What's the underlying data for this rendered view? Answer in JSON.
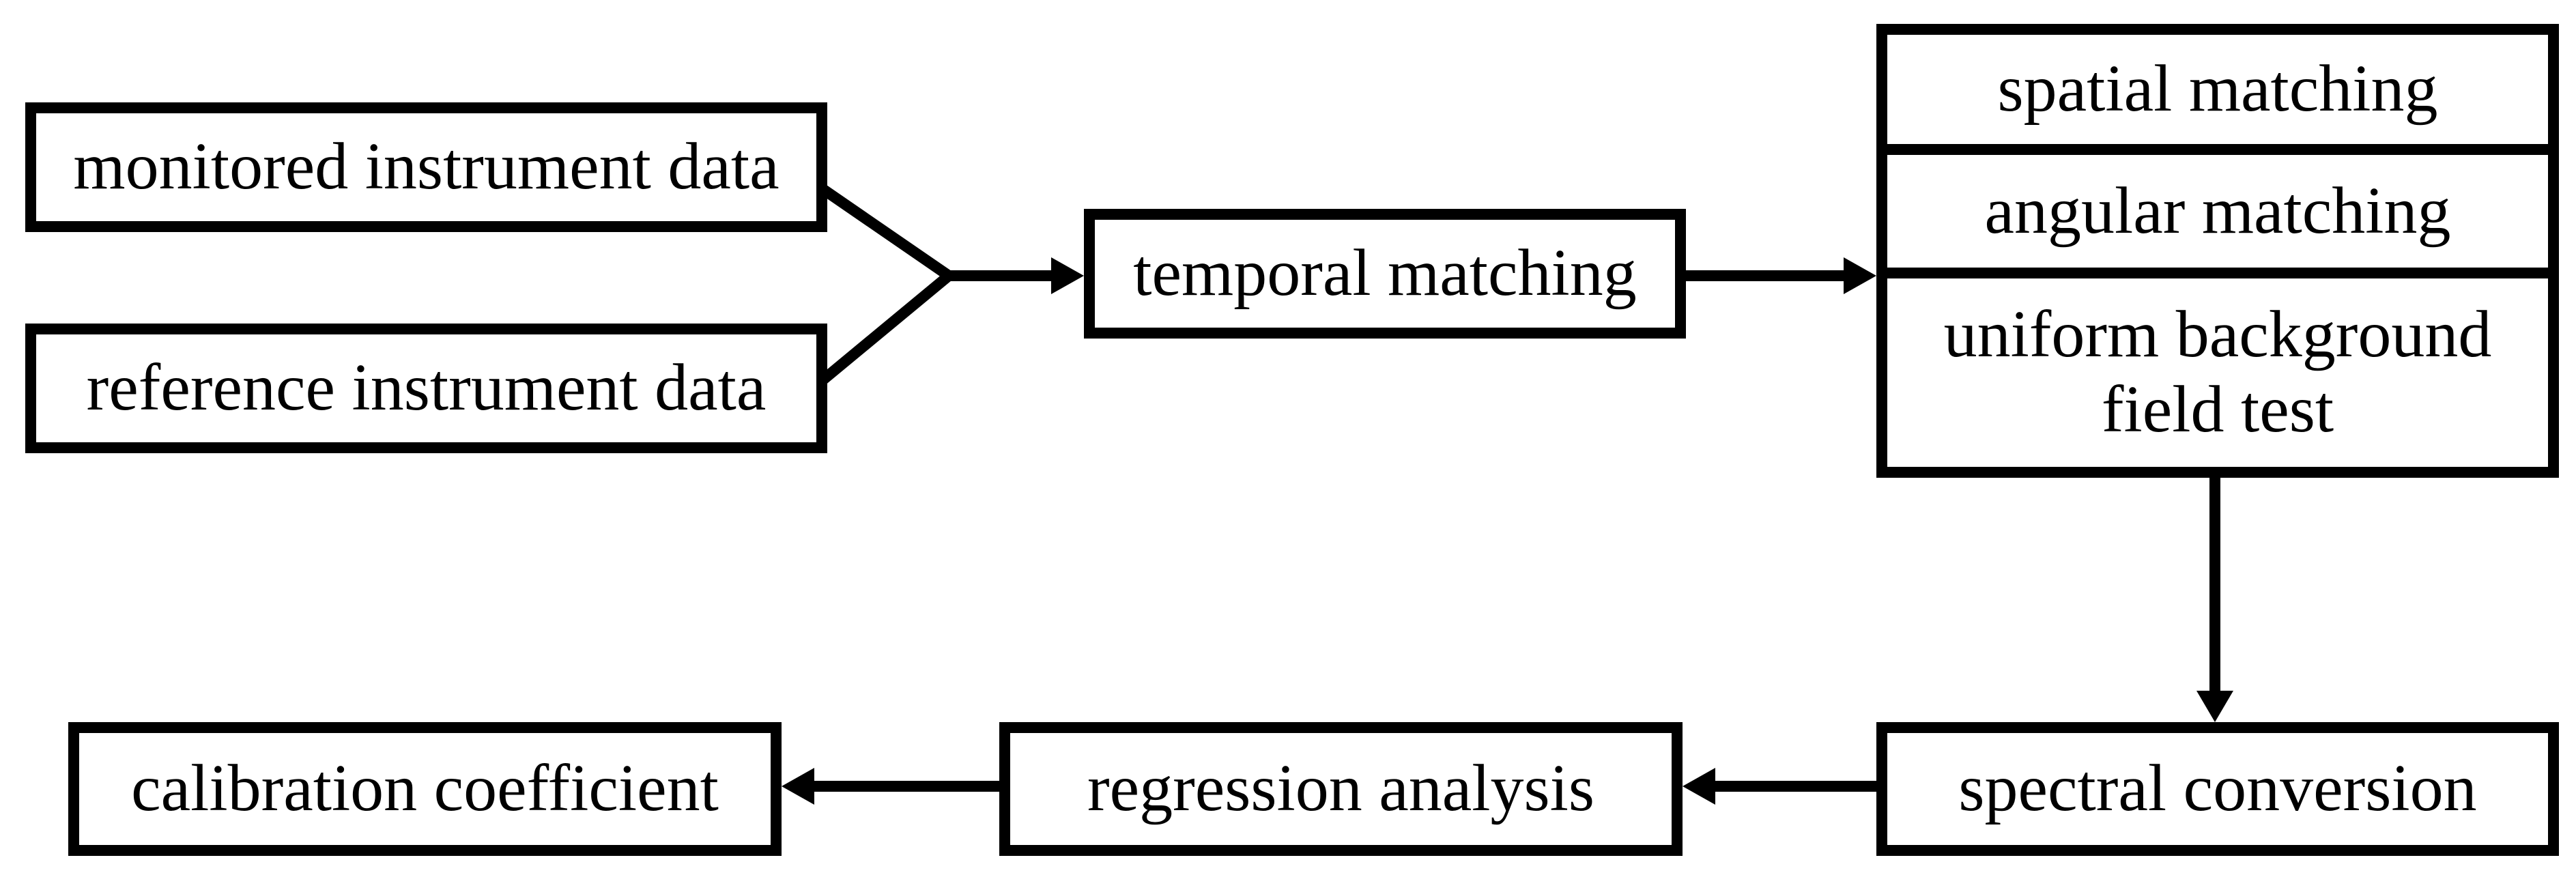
{
  "diagram": {
    "type": "flowchart",
    "background_color": "#ffffff",
    "stroke_color": "#000000",
    "box_fill_color": "#ffffff",
    "text_color": "#000000",
    "nodes": {
      "monitored": {
        "label": "monitored instrument data"
      },
      "reference": {
        "label": "reference instrument data"
      },
      "temporal": {
        "label": "temporal matching"
      },
      "spatial": {
        "label": "spatial matching"
      },
      "angular": {
        "label": "angular matching"
      },
      "uniform": {
        "label": "uniform background field test"
      },
      "spectral": {
        "label": "spectral conversion"
      },
      "regression": {
        "label": "regression analysis"
      },
      "calibration": {
        "label": "calibration coefficient"
      }
    },
    "edges": [
      {
        "from": "monitored instrument data",
        "to": "temporal matching"
      },
      {
        "from": "reference instrument data",
        "to": "temporal matching"
      },
      {
        "from": "temporal matching",
        "to": "spatial matching / angular matching / uniform background field test"
      },
      {
        "from": "uniform background field test",
        "to": "spectral conversion"
      },
      {
        "from": "spectral conversion",
        "to": "regression analysis"
      },
      {
        "from": "regression analysis",
        "to": "calibration coefficient"
      }
    ]
  }
}
